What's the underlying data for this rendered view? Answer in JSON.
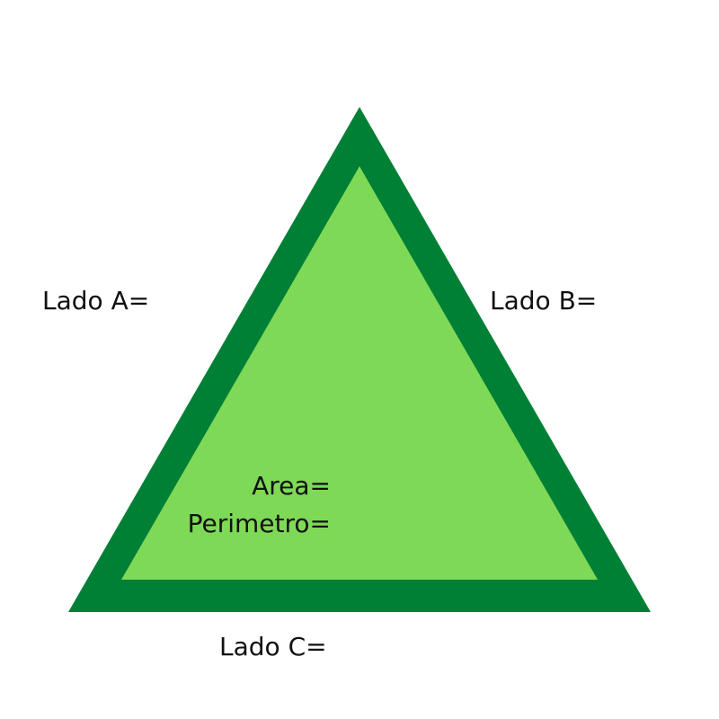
{
  "colors": {
    "outer": "#008035",
    "inner": "#7ED957",
    "background": "#FFFFFF",
    "text": "#111111"
  },
  "labels": {
    "lado_a": "Lado A=",
    "lado_b": "Lado B=",
    "lado_c": "Lado C=",
    "area": "Area=",
    "perimetro": "Perimetro="
  }
}
